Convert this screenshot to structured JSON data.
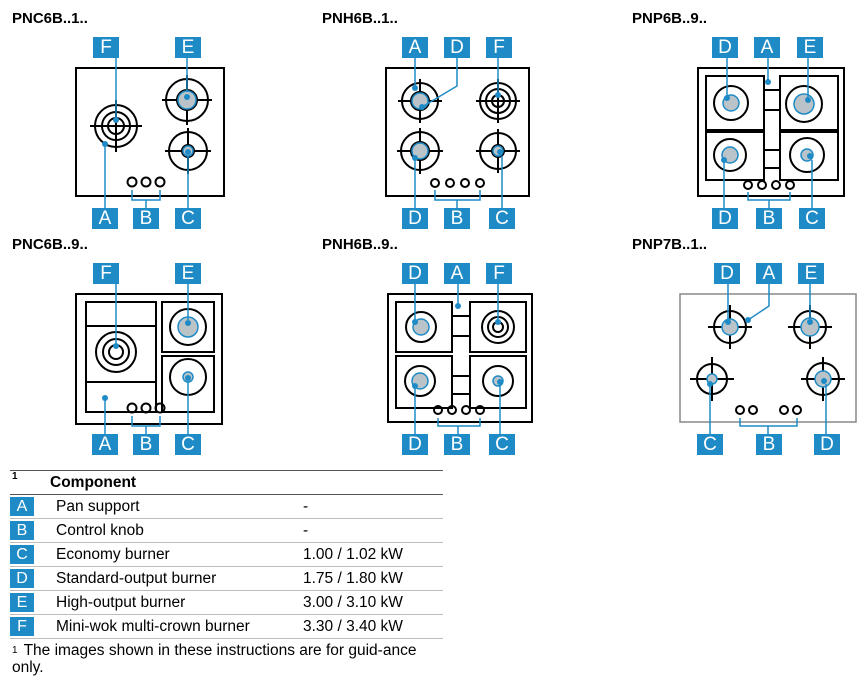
{
  "accent_color": "#1f8bc6",
  "diagrams": [
    {
      "model": "PNC6B..1..",
      "top_labels": [
        "F",
        "E"
      ],
      "bottom_labels": [
        "A",
        "B",
        "C"
      ]
    },
    {
      "model": "PNH6B..1..",
      "top_labels": [
        "A",
        "D",
        "F"
      ],
      "bottom_labels": [
        "D",
        "B",
        "C"
      ]
    },
    {
      "model": "PNP6B..9..",
      "top_labels": [
        "D",
        "A",
        "E"
      ],
      "bottom_labels": [
        "D",
        "B",
        "C"
      ]
    },
    {
      "model": "PNC6B..9..",
      "top_labels": [
        "F",
        "E"
      ],
      "bottom_labels": [
        "A",
        "B",
        "C"
      ]
    },
    {
      "model": "PNH6B..9..",
      "top_labels": [
        "D",
        "A",
        "F"
      ],
      "bottom_labels": [
        "D",
        "B",
        "C"
      ]
    },
    {
      "model": "PNP7B..1..",
      "top_labels": [
        "D",
        "A",
        "E"
      ],
      "bottom_labels": [
        "C",
        "B",
        "D"
      ]
    }
  ],
  "legend": {
    "footnote_mark": "1",
    "header": "Component",
    "rows": [
      {
        "key": "A",
        "component": "Pan support",
        "rating": "-"
      },
      {
        "key": "B",
        "component": "Control knob",
        "rating": "-"
      },
      {
        "key": "C",
        "component": "Economy burner",
        "rating": "1.00 / 1.02 kW"
      },
      {
        "key": "D",
        "component": "Standard-output burner",
        "rating": "1.75 / 1.80 kW"
      },
      {
        "key": "E",
        "component": "High-output burner",
        "rating": "3.00 / 3.10 kW"
      },
      {
        "key": "F",
        "component": "Mini-wok multi-crown burner",
        "rating": "3.30 / 3.40 kW"
      }
    ]
  },
  "footnote": {
    "mark": "1",
    "text": "The images shown in these instructions are for guid-ance only."
  }
}
